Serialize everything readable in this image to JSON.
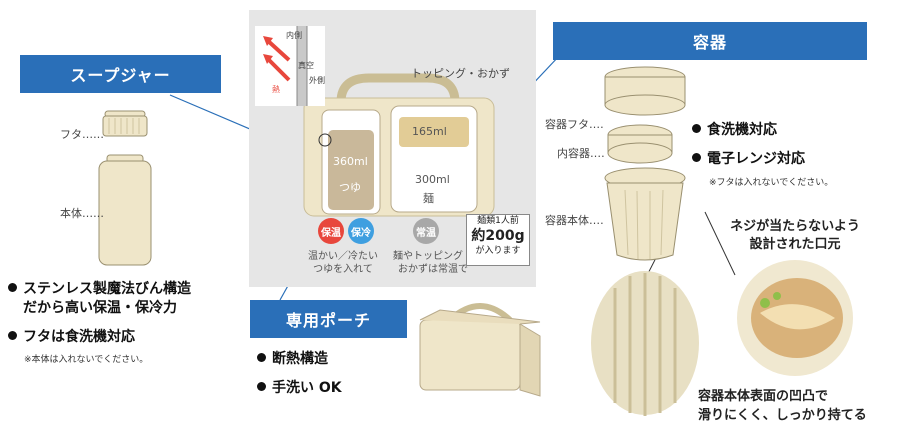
{
  "soupjar": {
    "title": "スープジャー",
    "lid_label": "フタ‥‥‥",
    "body_label": "本体‥‥‥",
    "points": [
      "ステンレス製魔法びん構造",
      "だから高い保温・保冷力",
      "フタは食洗機対応"
    ],
    "note": "※本体は入れないでください。"
  },
  "diagram": {
    "topping_label": "トッピング・おかず",
    "inside": "内側",
    "outside": "外側",
    "vacuum": "真空",
    "heat": "熱",
    "jar_capacity": "360ml",
    "jar_content": "つゆ",
    "topping_capacity": "165ml",
    "noodle_capacity": "300ml",
    "noodle_content": "麺",
    "badge_warm": "保温",
    "badge_cold": "保冷",
    "badge_normal": "常温",
    "caption_left": [
      "温かい／冷たい",
      "つゆを入れて"
    ],
    "caption_right": [
      "麺やトッピング・",
      "おかずは常温で"
    ],
    "noodle_note": [
      "麺類1人前",
      "約200g",
      "が入ります"
    ]
  },
  "pouch": {
    "title": "専用ポーチ",
    "points": [
      "断熱構造",
      "手洗い OK"
    ]
  },
  "container": {
    "title": "容器",
    "lid_label": "容器フタ‥‥",
    "inner_label": "内容器‥‥",
    "body_label": "容器本体‥‥",
    "points": [
      "食洗機対応",
      "電子レンジ対応"
    ],
    "note": "※フタは入れないでください。",
    "mouth_caption": [
      "ネジが当たらないよう",
      "設計された口元"
    ],
    "surface_caption": [
      "容器本体表面の凹凸で",
      "滑りにくく、しっかり持てる"
    ]
  },
  "colors": {
    "accent": "#2a6fb8",
    "warm": "#e8473c",
    "cold": "#3f9fe0",
    "normal": "#a8a8a8",
    "cream": "#efe6c9"
  }
}
